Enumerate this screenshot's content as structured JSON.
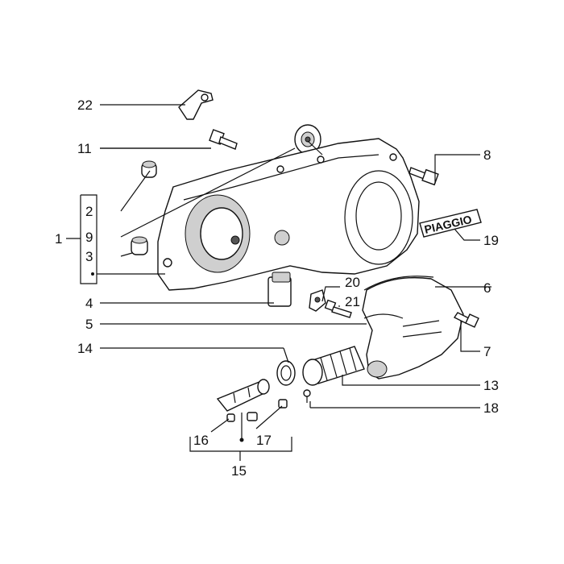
{
  "diagram": {
    "logo_text": "PIAGGIO",
    "callouts": {
      "n1": "1",
      "n2": "2",
      "n3": "3",
      "n4": "4",
      "n5": "5",
      "n6": "6",
      "n7": "7",
      "n8": "8",
      "n9": "9",
      "n11": "11",
      "n13": "13",
      "n14": "14",
      "n15": "15",
      "n16": "16",
      "n17": "17",
      "n18": "18",
      "n19": "19",
      "n20": "20",
      "n21": "21",
      "n22": "22"
    }
  }
}
